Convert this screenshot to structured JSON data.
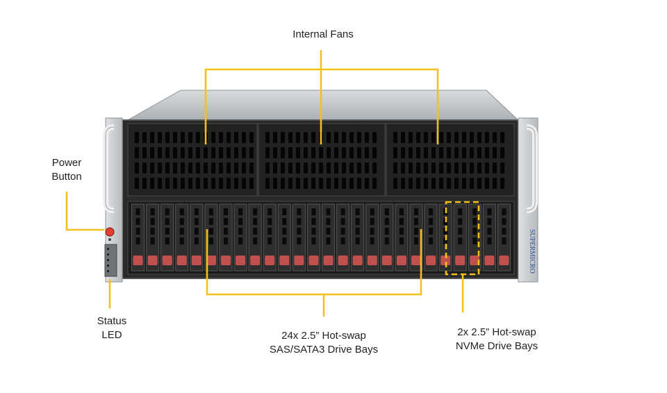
{
  "callouts": {
    "internal_fans": "Internal  Fans",
    "power_button": [
      "Power",
      "Button"
    ],
    "status_led": [
      "Status",
      "LED"
    ],
    "sas_bays": [
      "24x 2.5” Hot-swap",
      "SAS/SATA3 Drive Bays"
    ],
    "nvme_bays": [
      "2x 2.5” Hot-swap",
      "NVMe Drive Bays"
    ]
  },
  "brand": "SUPERMICRO",
  "colors": {
    "callout": "#f2c21b",
    "chassis_top": "#b9bdc0",
    "bezel": "#1e1e1e",
    "drive_latch": "#c0504d"
  },
  "drive_bays": {
    "sas_count": 24,
    "nvme_count": 2
  }
}
